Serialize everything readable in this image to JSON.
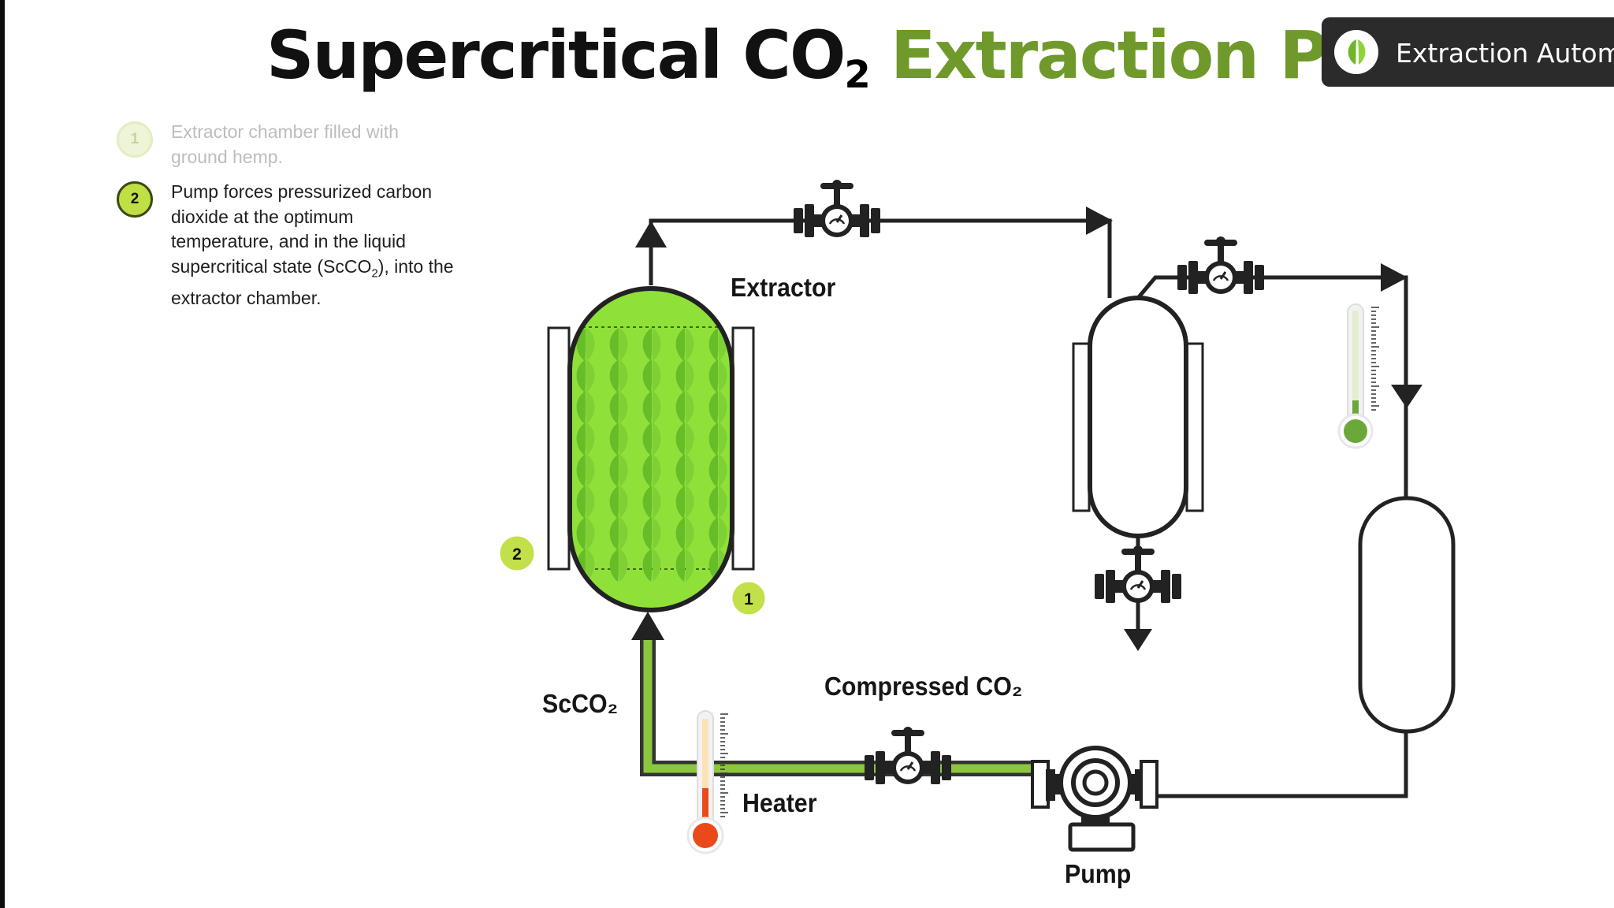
{
  "title": {
    "part1": "Supercritical CO",
    "part1_sub": "2",
    "part2": " Extraction Process"
  },
  "brand": {
    "label": "Extraction Automa",
    "logo_icon": "leaf-logo-icon"
  },
  "steps": [
    {
      "number": "1",
      "text": "Extractor chamber filled with ground hemp.",
      "state": "faded"
    },
    {
      "number": "2",
      "text_before": "Pump forces pressurized carbon dioxide at the optimum temperature, and in the liquid supercritical state (ScCO",
      "text_sub": "2",
      "text_after": "), into the extractor chamber.",
      "state": "active"
    }
  ],
  "diagram": {
    "labels": {
      "extractor": "Extractor",
      "scco2": "ScCO₂",
      "compressed": "Compressed CO₂",
      "heater": "Heater",
      "pump": "Pump"
    },
    "markers": {
      "m1": "1",
      "m2": "2"
    },
    "colors": {
      "pipe": "#222222",
      "active_pipe": "#8cc63f",
      "chamber_fill": "#8fe13a",
      "leaf": "#6cc12a",
      "marker": "#c2e04a",
      "heater_bulb": "#ea4a1a",
      "cooler_bulb": "#6aa83a",
      "title_green": "#6f9a2b"
    }
  }
}
